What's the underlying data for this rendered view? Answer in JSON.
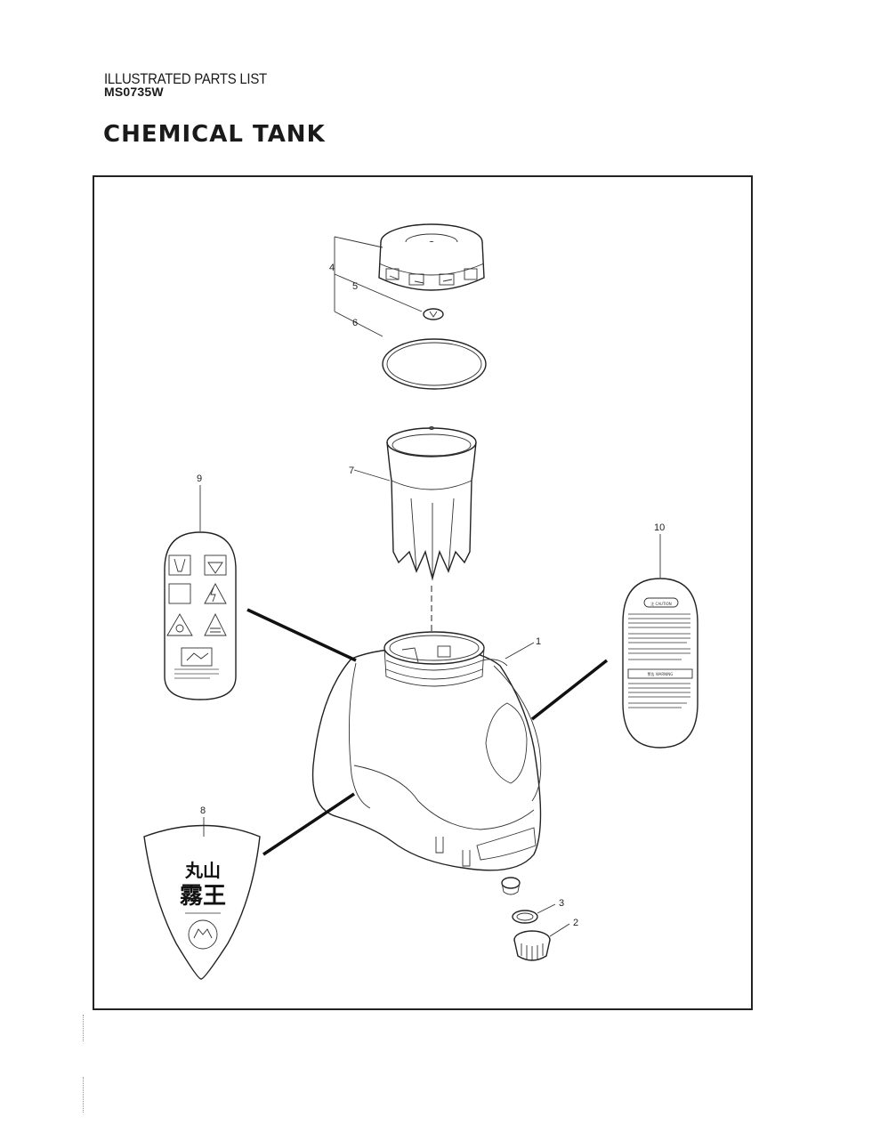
{
  "header": {
    "doc_type": "ILLUSTRATED PARTS LIST",
    "model": "MS0735W",
    "title": "CHEMICAL TANK"
  },
  "callouts": [
    "1",
    "2",
    "3",
    "4",
    "5",
    "6",
    "7",
    "8",
    "9",
    "10"
  ],
  "labels": {
    "decal_8_line1": "丸山",
    "decal_8_line2": "霧王",
    "decal_10_caution": "注 CAUTION",
    "decal_10_section2": "警告 WARNING"
  },
  "colors": {
    "ink": "#222222",
    "paper": "#ffffff"
  }
}
